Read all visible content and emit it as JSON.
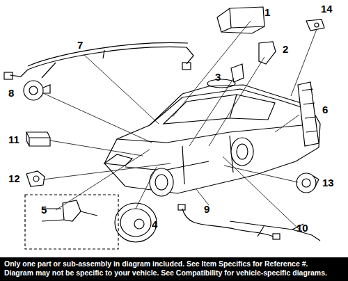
{
  "diagram": {
    "nodes": [
      {
        "text": [
          "Only one part or sub-assembly in diagram included. See Item Specifics for Reference #.",
          "Diagram may not be specific to your vehicle. See Compatibility for vehicle-specific diagrams."
        ]
      }
    ],
    "labels": [
      "7",
      "1",
      "14",
      "3",
      "2",
      "8",
      "6",
      "11",
      "12",
      "13",
      "5",
      "4",
      "9",
      "10"
    ]
  }
}
